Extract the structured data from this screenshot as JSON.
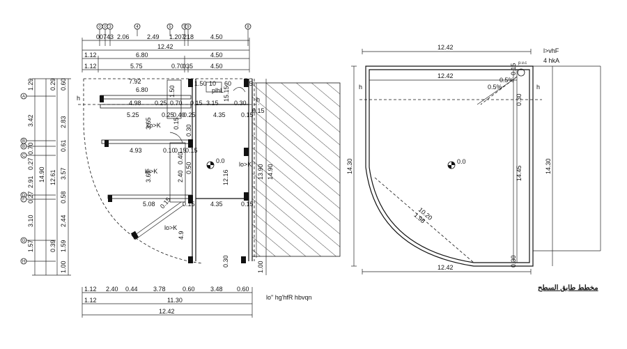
{
  "left_plan": {
    "top_axis_bubbles": [
      "0",
      "0",
      "3",
      "4",
      "5",
      "9",
      "9",
      "8"
    ],
    "top_row1": [
      "00743",
      "2.06",
      "2.49",
      "1.207",
      "218",
      "4.50"
    ],
    "top_row2": [
      "12.42"
    ],
    "top_row3": [
      "1.12",
      "6.80",
      "4.50"
    ],
    "top_row4": [
      "1.12",
      "5.75",
      "0.70",
      "035",
      "4.50"
    ],
    "inner_dims": [
      "7.92",
      "6.80",
      "1.50",
      "10",
      "60",
      "0.5",
      "4.98",
      "0.25",
      "0.70",
      "0.15",
      "3.15",
      "0.30",
      "0.15",
      "5.25",
      "0.25",
      "0.40",
      "0.25",
      "4.35",
      "0.15",
      "4.93",
      "0.10",
      "0.15",
      "0.15",
      "5.08",
      "0.15",
      "4.35",
      "0.15"
    ],
    "vertical_inner_dims": [
      "12.16",
      "0.30",
      "3.65",
      "3.65",
      "2.40",
      "1.50",
      "0.30",
      "0.40",
      "0.50",
      "0.15",
      "0.15",
      "15.15",
      "4.9"
    ],
    "room_labels": [
      "plhL",
      "ko>K",
      "l6>K",
      "lo>K",
      "lo>K"
    ],
    "level_mark": "0.0",
    "section_mark": "h",
    "right_dims_vertical": [
      "13.90",
      "14.90"
    ],
    "bottom_row1": [
      "1.12",
      "2.40",
      "0.44",
      "3.78",
      "0.60",
      "3.48",
      "0.60"
    ],
    "bottom_row2": [
      "1.12",
      "11.30"
    ],
    "bottom_row3": [
      "12.42"
    ],
    "bottom_right_dim": "1.00",
    "left_axis_bubbles": [
      "A",
      "B",
      "B",
      "C",
      "D",
      "F",
      "G",
      "H"
    ],
    "left_col1": [
      "1.29",
      "3.42",
      "0.70",
      "0.27",
      "2.91",
      "0.27",
      "3.10",
      "1.57"
    ],
    "left_col2": [
      "0.29",
      "2.83",
      "0.61",
      "3.57",
      "0.58",
      "2.44",
      "1.59",
      "1.00"
    ],
    "left_col3": [
      "0.60",
      "14.90",
      "12.61",
      "0.39"
    ],
    "title": "lo\" hg'hfR hbvqn"
  },
  "right_plan": {
    "top_dim": "12.42",
    "inner_top_dim": "12.42",
    "bottom_dim": "12.42",
    "left_dim": "14.30",
    "right_dim": "14.30",
    "inner_vertical_dim": "14.45",
    "slopes": [
      "0.5%",
      "0.5%"
    ],
    "small_dims": [
      "0.15",
      "0.30",
      "0.15",
      "0.30"
    ],
    "arc_dims": [
      "10.20",
      "1.98"
    ],
    "level_mark": "0.0",
    "section_mark": "h",
    "note_line1": "l>vhF",
    "note_line2": "4  hkA",
    "pvc_label": "p.v.c",
    "title": "مخطط طابق السطح"
  }
}
